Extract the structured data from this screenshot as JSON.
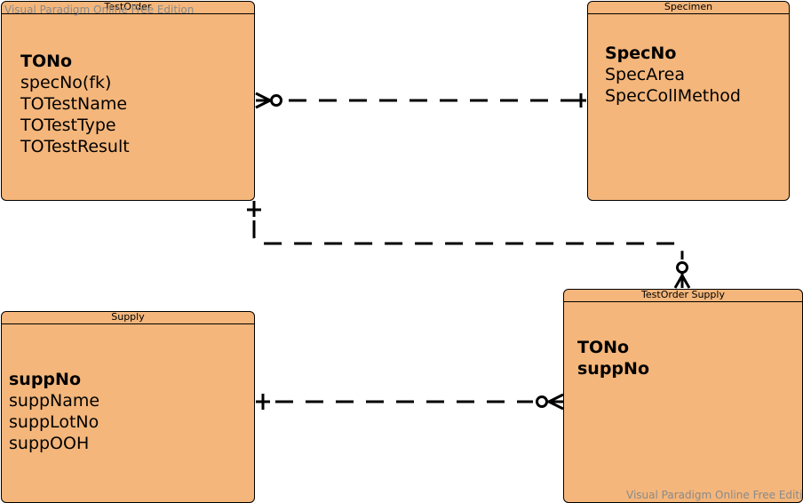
{
  "watermark_text": "Visual Paradigm Online Free Edition",
  "entities": {
    "testorder": {
      "title": "TestOrder",
      "attributes": [
        "TONo",
        "specNo(fk)",
        "TOTestName",
        "TOTestType",
        "TOTestResult"
      ],
      "primary_keys": [
        "TONo"
      ]
    },
    "specimen": {
      "title": "Specimen",
      "attributes": [
        "SpecNo",
        "SpecArea",
        "SpecCollMethod"
      ],
      "primary_keys": [
        "SpecNo"
      ]
    },
    "supply": {
      "title": "Supply",
      "attributes": [
        "suppNo",
        "suppName",
        "suppLotNo",
        "suppOOH"
      ],
      "primary_keys": [
        "suppNo"
      ]
    },
    "testorder_supply": {
      "title": "TestOrder Supply",
      "attributes": [
        "TONo",
        "suppNo"
      ],
      "primary_keys": [
        "TONo",
        "suppNo"
      ]
    }
  },
  "relationships": [
    {
      "from": "Specimen",
      "from_cardinality": "exactly-one",
      "to": "TestOrder",
      "to_cardinality": "zero-or-many"
    },
    {
      "from": "TestOrder",
      "from_cardinality": "exactly-one",
      "to": "TestOrder Supply",
      "to_cardinality": "zero-or-many"
    },
    {
      "from": "Supply",
      "from_cardinality": "exactly-one",
      "to": "TestOrder Supply",
      "to_cardinality": "zero-or-many"
    }
  ],
  "colors": {
    "entity_fill": "#f4b67b",
    "stroke": "#000000",
    "watermark": "#8a8a8a"
  }
}
